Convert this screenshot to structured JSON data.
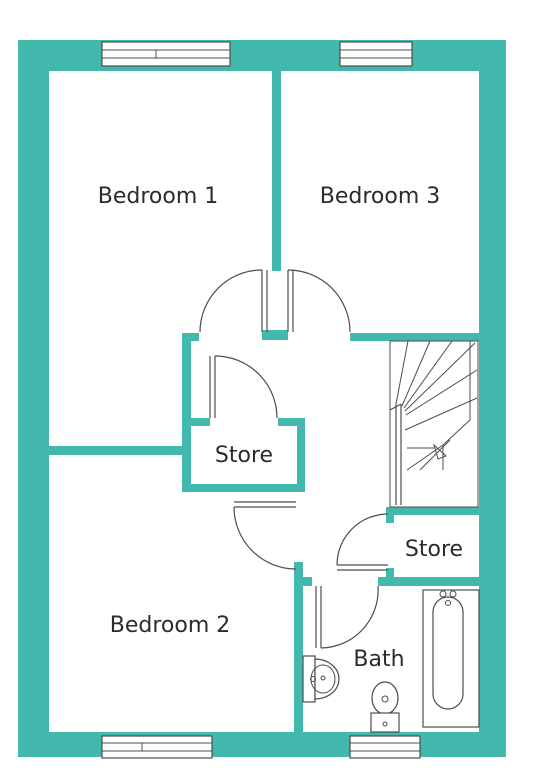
{
  "rooms": {
    "bedroom1": "Bedroom 1",
    "bedroom2": "Bedroom 2",
    "bedroom3": "Bedroom 3",
    "store_left": "Store",
    "store_right": "Store",
    "bath": "Bath"
  },
  "colors": {
    "wall": "#43b9ad",
    "line": "#4d4d4d",
    "background": "#ffffff"
  }
}
